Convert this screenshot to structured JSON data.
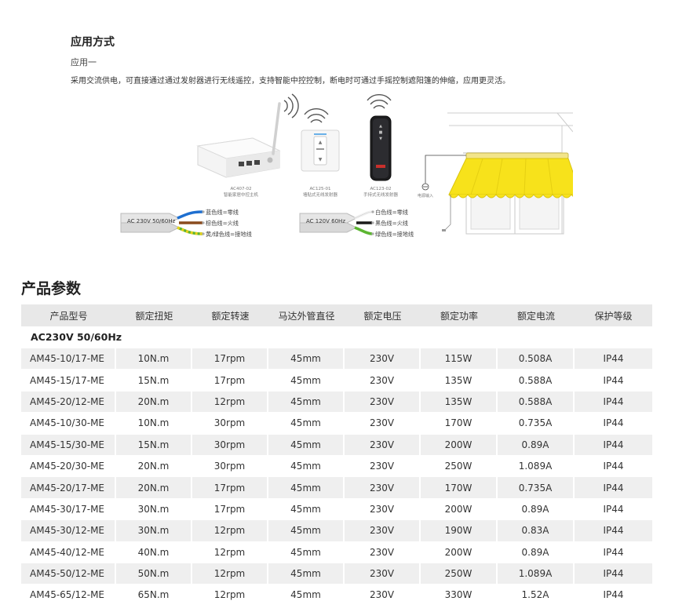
{
  "usage": {
    "title": "应用方式",
    "subtitle": "应用一",
    "description": "采用交流供电，可直接通过通过发射器进行无线遥控，支持智能中控控制，断电时可通过手摇控制遮阳篷的伸缩，应用更灵活。"
  },
  "diagram": {
    "devices": [
      {
        "code": "AC407-02",
        "caption": "智能家居中控主机"
      },
      {
        "code": "AC125-01",
        "caption": "墙贴式无线发射器"
      },
      {
        "code": "AC123-02",
        "caption": "手持式无线发射器"
      }
    ],
    "power_label": "电源输入",
    "cables": [
      {
        "label": "AC 230V 50/60Hz",
        "wires": [
          "蓝色线=零线",
          "棕色线=火线",
          "黄/绿色线=接地线"
        ]
      },
      {
        "label": "AC 120V 60Hz",
        "wires": [
          "白色线=零线",
          "黑色线=火线",
          "绿色线=接地线"
        ]
      }
    ],
    "colors": {
      "awning": "#f7e21b",
      "wire_blue": "#1e6fd0",
      "wire_brown": "#8a4b1e",
      "wire_green": "#5cb531",
      "wire_yellow": "#e8d21a"
    }
  },
  "params": {
    "title": "产品参数",
    "headers": [
      "产品型号",
      "额定扭矩",
      "额定转速",
      "马达外管直径",
      "额定电压",
      "额定功率",
      "额定电流",
      "保护等级"
    ],
    "group_label": "AC230V 50/60Hz",
    "rows": [
      [
        "AM45-10/17-ME",
        "10N.m",
        "17rpm",
        "45mm",
        "230V",
        "115W",
        "0.508A",
        "IP44"
      ],
      [
        "AM45-15/17-ME",
        "15N.m",
        "17rpm",
        "45mm",
        "230V",
        "135W",
        "0.588A",
        "IP44"
      ],
      [
        "AM45-20/12-ME",
        "20N.m",
        "12rpm",
        "45mm",
        "230V",
        "135W",
        "0.588A",
        "IP44"
      ],
      [
        "AM45-10/30-ME",
        "10N.m",
        "30rpm",
        "45mm",
        "230V",
        "170W",
        "0.735A",
        "IP44"
      ],
      [
        "AM45-15/30-ME",
        "15N.m",
        "30rpm",
        "45mm",
        "230V",
        "200W",
        "0.89A",
        "IP44"
      ],
      [
        "AM45-20/30-ME",
        "20N.m",
        "30rpm",
        "45mm",
        "230V",
        "250W",
        "1.089A",
        "IP44"
      ],
      [
        "AM45-20/17-ME",
        "20N.m",
        "17rpm",
        "45mm",
        "230V",
        "170W",
        "0.735A",
        "IP44"
      ],
      [
        "AM45-30/17-ME",
        "30N.m",
        "17rpm",
        "45mm",
        "230V",
        "200W",
        "0.89A",
        "IP44"
      ],
      [
        "AM45-30/12-ME",
        "30N.m",
        "12rpm",
        "45mm",
        "230V",
        "190W",
        "0.83A",
        "IP44"
      ],
      [
        "AM45-40/12-ME",
        "40N.m",
        "12rpm",
        "45mm",
        "230V",
        "200W",
        "0.89A",
        "IP44"
      ],
      [
        "AM45-50/12-ME",
        "50N.m",
        "12rpm",
        "45mm",
        "230V",
        "250W",
        "1.089A",
        "IP44"
      ],
      [
        "AM45-65/12-ME",
        "65N.m",
        "12rpm",
        "45mm",
        "230V",
        "330W",
        "1.52A",
        "IP44"
      ]
    ]
  }
}
